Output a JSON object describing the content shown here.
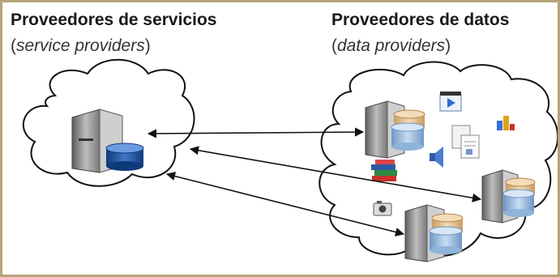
{
  "left_group": {
    "title": "Proveedores de servicios",
    "subtitle_open": "(",
    "subtitle_italic": "service providers",
    "subtitle_close": ")"
  },
  "right_group": {
    "title": "Proveedores de datos",
    "subtitle_open": "(",
    "subtitle_italic": "data providers",
    "subtitle_close": ")"
  },
  "colors": {
    "frame": "#b5a47a",
    "cloud_stroke": "#111111",
    "db_blue": "#8fb3d9",
    "db_gold": "#e7c79a",
    "server_gray": "#8a8a8a"
  },
  "icons": [
    "server-icon",
    "database-icon",
    "video-icon",
    "documents-icon",
    "chart-icon",
    "books-icon",
    "speaker-icon",
    "camera-icon"
  ]
}
